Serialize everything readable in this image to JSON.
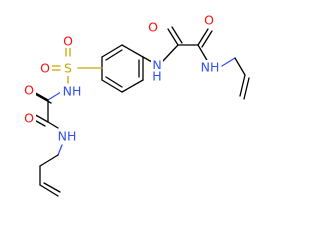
{
  "molecule": {
    "atoms": {
      "o_top_left": "O",
      "o_top_right": "O",
      "nh_right_amide": "NH",
      "n_anilide": "N",
      "h_anilide": "H",
      "s_sulfonyl": "S",
      "o_sulfonyl_top": "O",
      "o_sulfonyl_left": "O",
      "nh_sulfonamide": "NH",
      "o_left_upper": "O",
      "o_left_lower": "O",
      "nh_left_amide": "NH"
    },
    "colors": {
      "carbon": "#000000",
      "oxygen": "#ff0d0d",
      "nitrogen": "#3050f8",
      "sulfur": "#c8a800"
    }
  }
}
